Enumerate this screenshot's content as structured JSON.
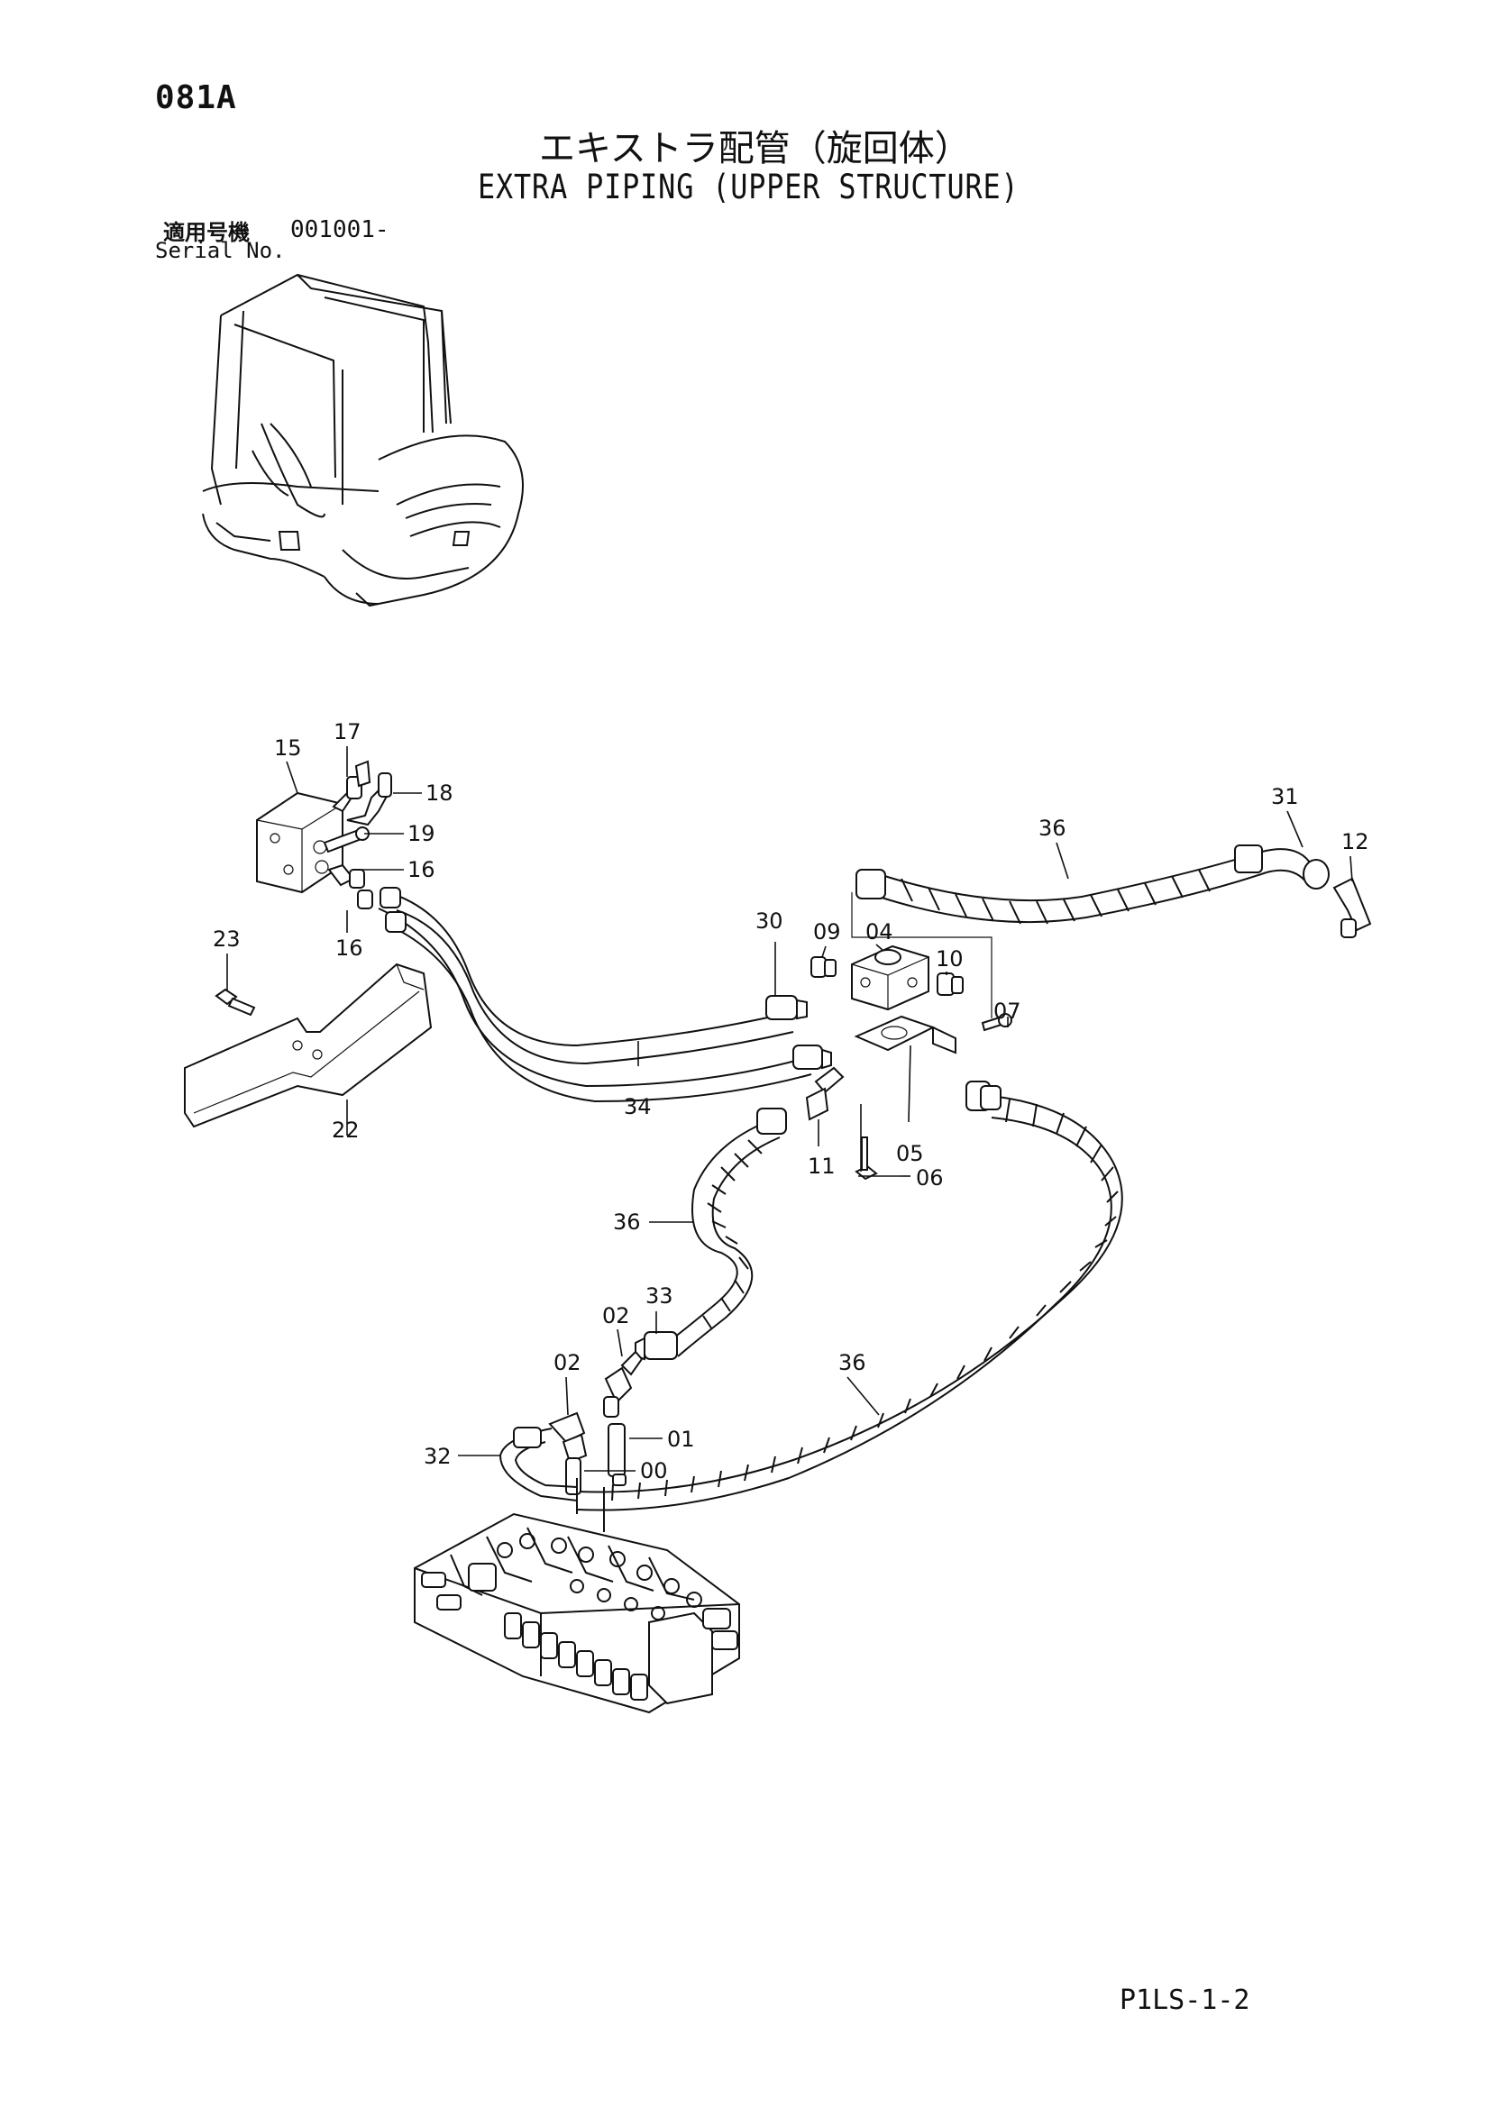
{
  "header": {
    "page_code": "081A",
    "title_ja": "エキストラ配管（旋回体）",
    "title_en": "EXTRA PIPING (UPPER STRUCTURE)"
  },
  "serial": {
    "label_ja": "適用号機",
    "label_en": "Serial No.",
    "value": "001001-"
  },
  "callouts": {
    "c17": "17",
    "c15": "15",
    "c18": "18",
    "c19": "19",
    "c16a": "16",
    "c16b": "16",
    "c23": "23",
    "c22": "22",
    "c36a": "36",
    "c31": "31",
    "c12": "12",
    "c30": "30",
    "c09": "09",
    "c04": "04",
    "c10": "10",
    "c07": "07",
    "c34": "34",
    "c11": "11",
    "c05": "05",
    "c06": "06",
    "c36b": "36",
    "c33": "33",
    "c02a": "02",
    "c02b": "02",
    "c36c": "36",
    "c01": "01",
    "c32": "32",
    "c00": "00"
  },
  "footer": {
    "code": "P1LS-1-2"
  }
}
